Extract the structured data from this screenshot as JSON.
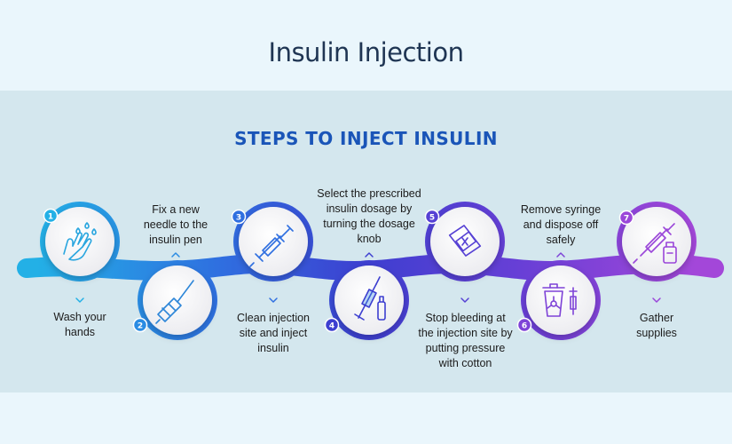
{
  "page": {
    "title": "Insulin Injection"
  },
  "infographic": {
    "heading": "STEPS TO INJECT INSULIN",
    "colors": {
      "heading": "#1a55b8",
      "panel": "#d4e7ee",
      "flow_start": "#23b0e6",
      "flow_mid": "#3d3fd0",
      "flow_end": "#a347d9"
    },
    "steps": [
      {
        "number": "1",
        "label": "Wash your\nhands",
        "icon": "hand-wash-icon"
      },
      {
        "number": "2",
        "label": "Fix a new\nneedle to the\ninsulin pen",
        "icon": "pen-needle-icon"
      },
      {
        "number": "3",
        "label": "Clean injection\nsite and inject\ninsulin",
        "icon": "syringe-icon"
      },
      {
        "number": "4",
        "label": "Select the prescribed\ninsulin dosage by\nturning the dosage\nknob",
        "icon": "syringe-vial-icon"
      },
      {
        "number": "5",
        "label": "Stop bleeding at\nthe injection site by\nputting pressure\nwith cotton",
        "icon": "cotton-bandage-icon"
      },
      {
        "number": "6",
        "label": "Remove syringe\nand dispose off\nsafely",
        "icon": "biohazard-bin-icon"
      },
      {
        "number": "7",
        "label": "Gather\nsupplies",
        "icon": "syringe-bottle-icon"
      }
    ]
  }
}
